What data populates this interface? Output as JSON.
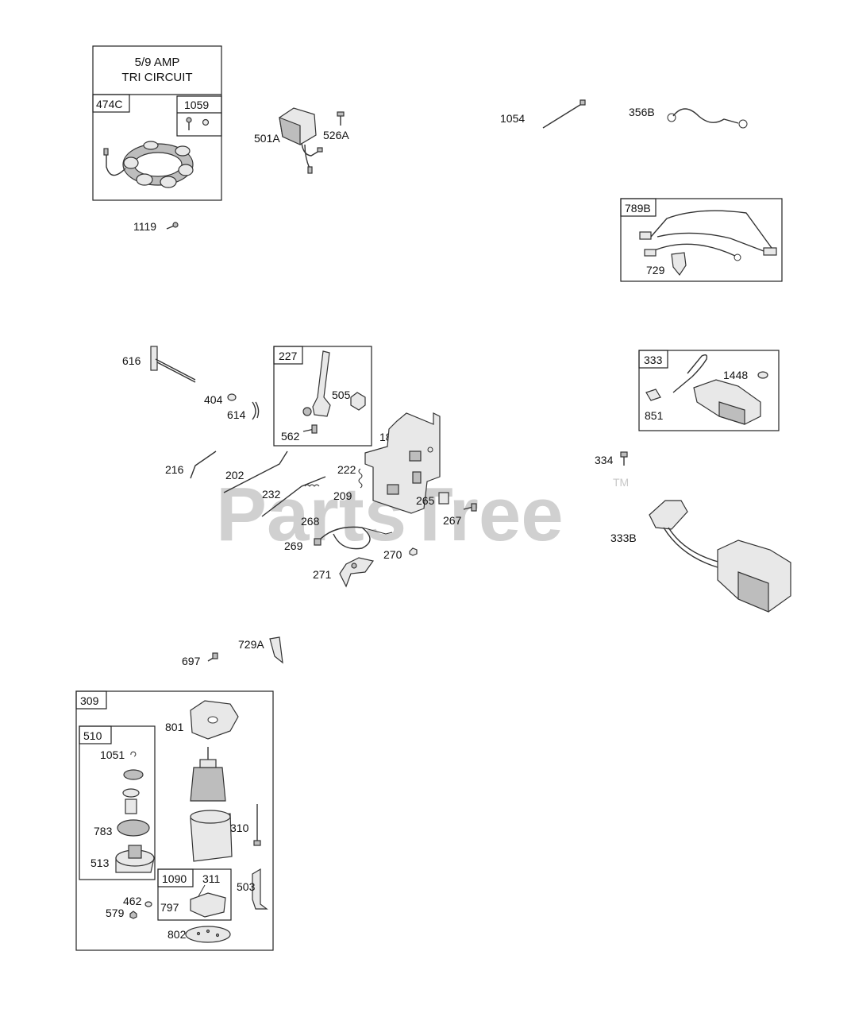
{
  "watermark": {
    "text": "PartsTree",
    "trademark": "TM"
  },
  "boxes": {
    "stator": {
      "line1": "5/9 AMP",
      "line2": "TRI CIRCUIT",
      "main": "474C",
      "sub": "1059"
    },
    "harness": "789B",
    "throttle": "227",
    "coil": "333",
    "starter": "309",
    "drive": "510",
    "brush": "1090"
  },
  "labels": {
    "p501A": "501A",
    "p526A": "526A",
    "p1054": "1054",
    "p356B": "356B",
    "p1119": "1119",
    "p729": "729",
    "p616": "616",
    "p404": "404",
    "p614": "614",
    "p505": "505",
    "p562": "562",
    "p188": "188",
    "p1448": "1448",
    "p851": "851",
    "p334": "334",
    "p216": "216",
    "p202": "202",
    "p222": "222",
    "p232": "232",
    "p209": "209",
    "p265": "265",
    "p267": "267",
    "p268": "268",
    "p269": "269",
    "p270": "270",
    "p271": "271",
    "p333B": "333B",
    "p729A": "729A",
    "p697": "697",
    "p801": "801",
    "p1051": "1051",
    "p783": "783",
    "p310": "310",
    "p513": "513",
    "p311": "311",
    "p797": "797",
    "p503": "503",
    "p462": "462",
    "p579": "579",
    "p802": "802"
  }
}
